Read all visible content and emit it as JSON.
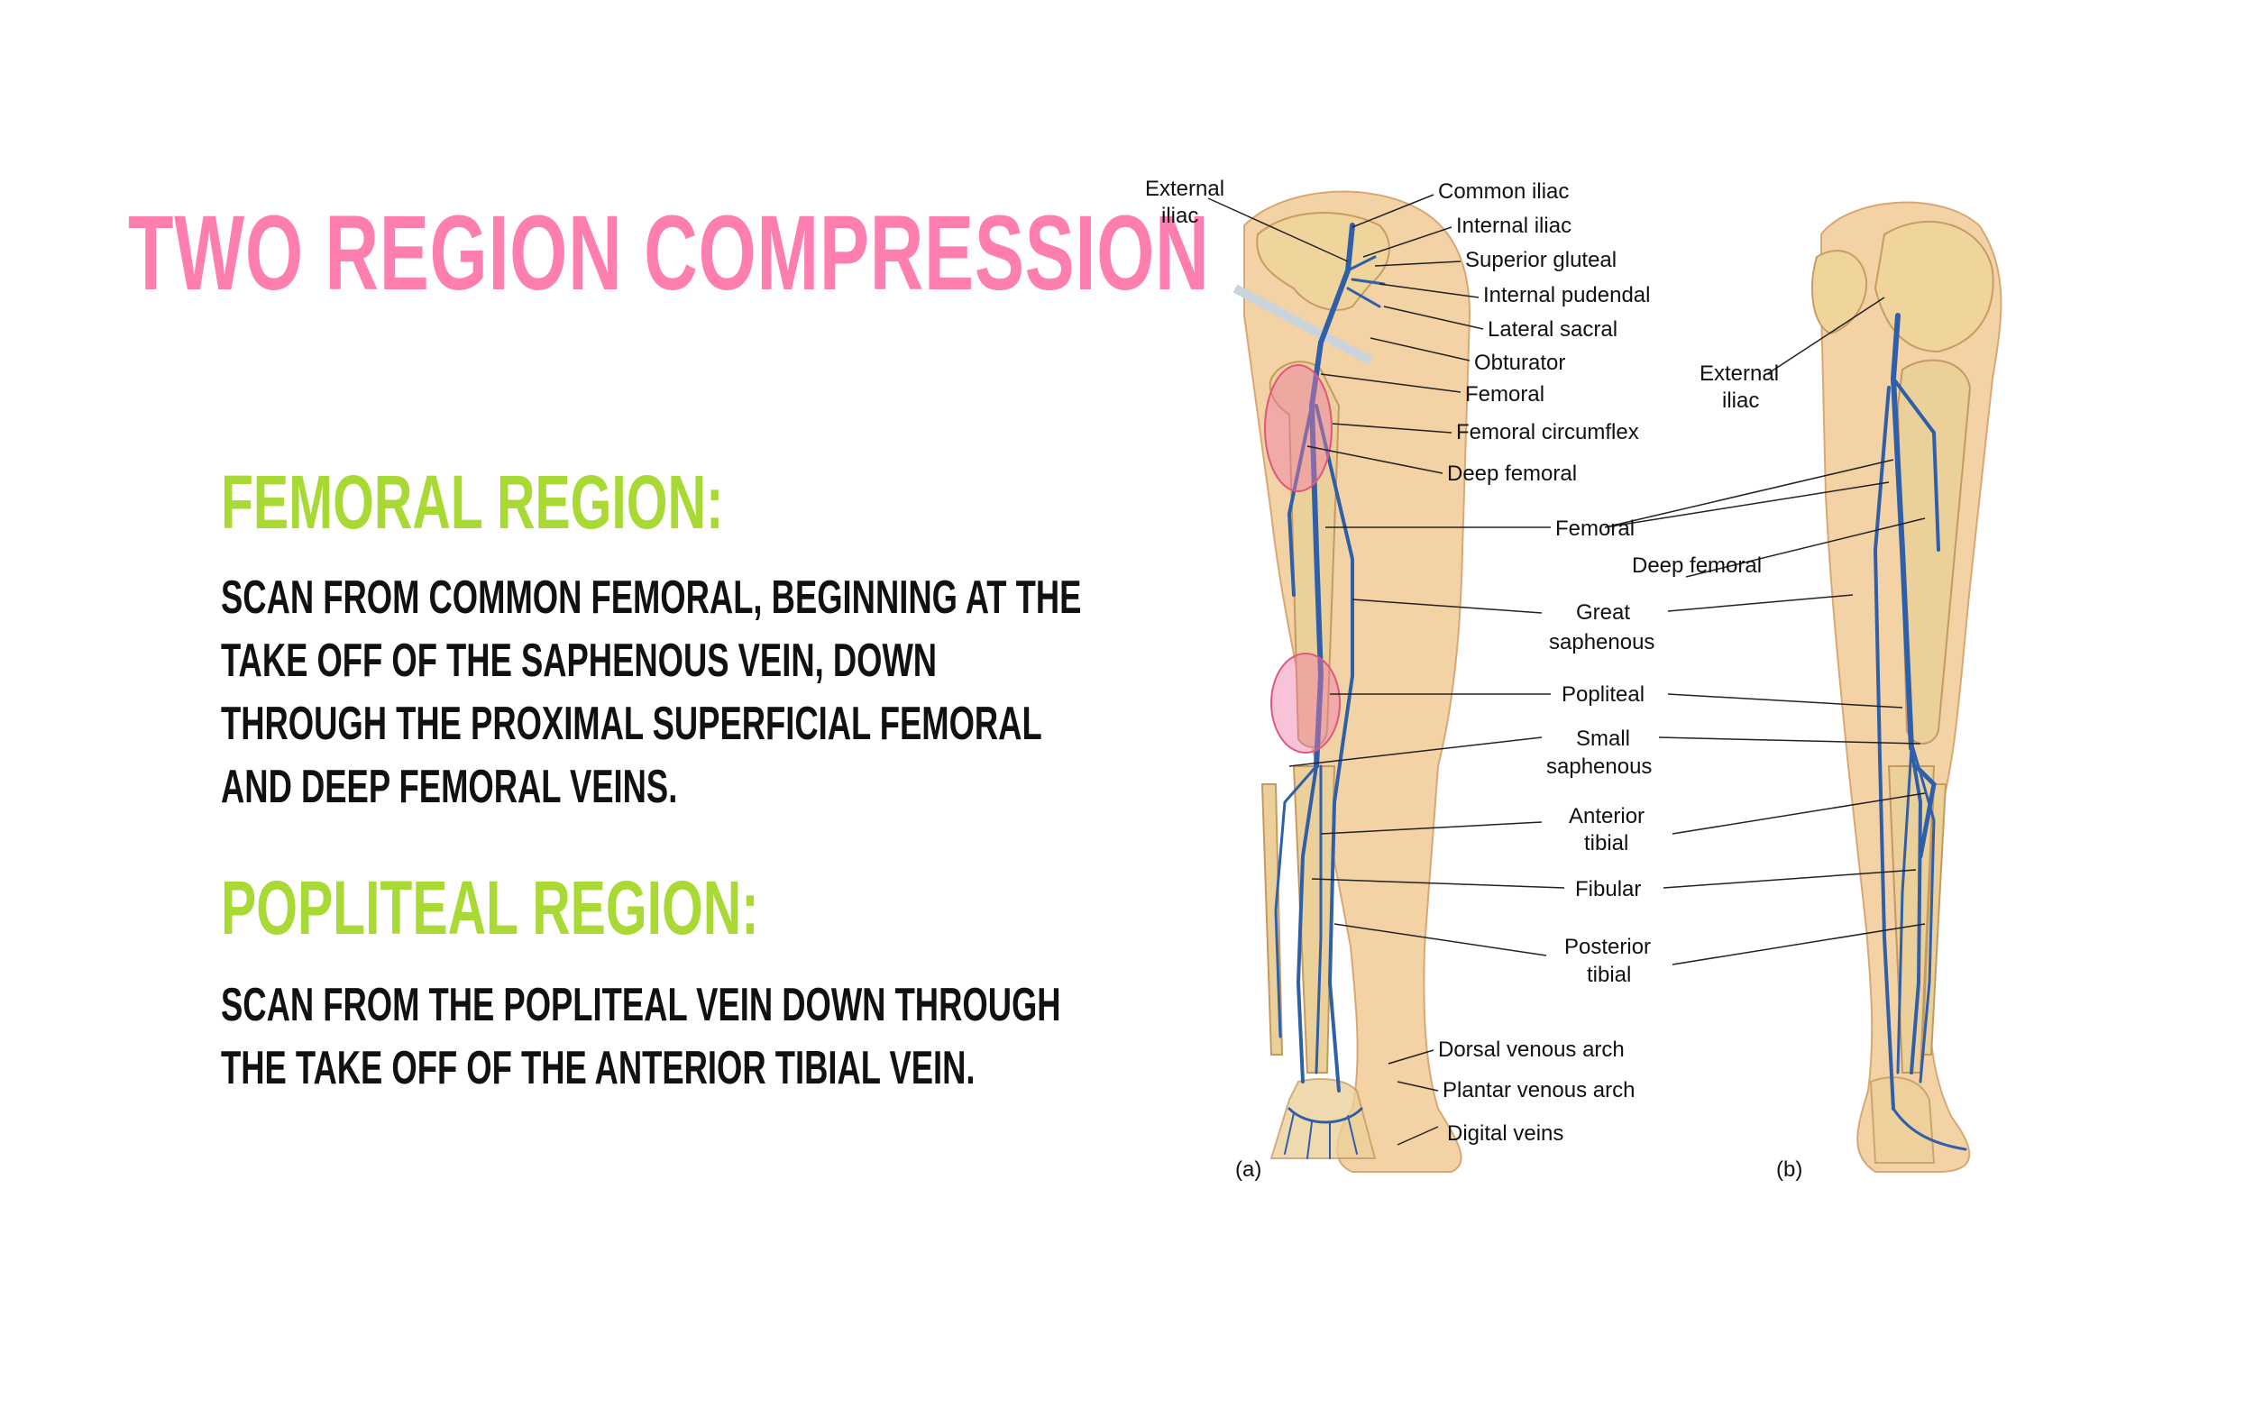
{
  "slide": {
    "title": "TWO REGION COMPRESSION",
    "femoral": {
      "heading": "FEMORAL REGION:",
      "lines": [
        "SCAN FROM COMMON FEMORAL, BEGINNING AT THE",
        "TAKE OFF OF THE SAPHENOUS VEIN, DOWN",
        "THROUGH THE PROXIMAL SUPERFICIAL FEMORAL",
        "AND DEEP FEMORAL VEINS."
      ]
    },
    "popliteal": {
      "heading": "POPLITEAL REGION:",
      "lines": [
        "SCAN FROM THE POPLITEAL VEIN DOWN THROUGH",
        "THE TAKE OFF OF THE ANTERIOR TIBIAL VEIN."
      ]
    }
  },
  "diagram": {
    "panel_a_label": "(a)",
    "panel_b_label": "(b)",
    "labels": {
      "external_iliac_a_1": "External",
      "external_iliac_a_2": "iliac",
      "common_iliac": "Common iliac",
      "internal_iliac": "Internal iliac",
      "superior_gluteal": "Superior gluteal",
      "internal_pudendal": "Internal pudendal",
      "lateral_sacral": "Lateral sacral",
      "obturator": "Obturator",
      "femoral_a": "Femoral",
      "femoral_circumflex": "Femoral circumflex",
      "deep_femoral_a": "Deep femoral",
      "external_iliac_b_1": "External",
      "external_iliac_b_2": "iliac",
      "femoral_mid": "Femoral",
      "deep_femoral_b": "Deep femoral",
      "great_saphenous_1": "Great",
      "great_saphenous_2": "saphenous",
      "popliteal": "Popliteal",
      "small_saphenous_1": "Small",
      "small_saphenous_2": "saphenous",
      "anterior_tibial_1": "Anterior",
      "anterior_tibial_2": "tibial",
      "fibular": "Fibular",
      "posterior_tibial_1": "Posterior",
      "posterior_tibial_2": "tibial",
      "dorsal_venous_arch": "Dorsal venous arch",
      "plantar_venous_arch": "Plantar venous arch",
      "digital_veins": "Digital veins"
    },
    "colors": {
      "skin": "#f2cfa0",
      "bone": "#ecd09a",
      "vein": "#2f5fa8",
      "highlight": "#f07aa8"
    }
  }
}
